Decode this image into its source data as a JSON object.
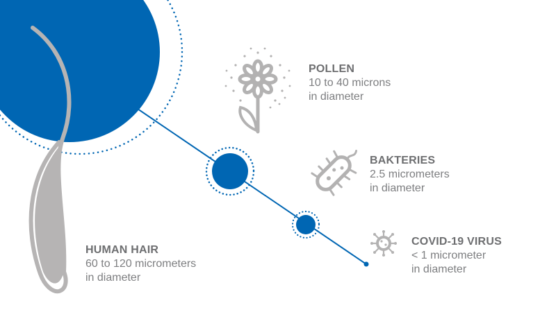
{
  "colors": {
    "blue": "#0066b3",
    "gray_text": "#6d6e70",
    "gray_icon": "#b3b2b2",
    "hair": "#b6b4b4"
  },
  "items": [
    {
      "title": "POLLEN",
      "line1": "10 to 40 microns",
      "line2": "in diameter",
      "icon": "flower-icon"
    },
    {
      "title": "BAKTERIES",
      "line1": "2.5 micrometers",
      "line2": "in diameter",
      "icon": "bacteria-icon"
    },
    {
      "title": "COVID-19 VIRUS",
      "line1": "< 1 micrometer",
      "line2": "in diameter",
      "icon": "virus-icon"
    },
    {
      "title": "HUMAN HAIR",
      "line1": "60 to 120 micrometers",
      "line2": "in diameter",
      "icon": "hair-icon"
    }
  ]
}
